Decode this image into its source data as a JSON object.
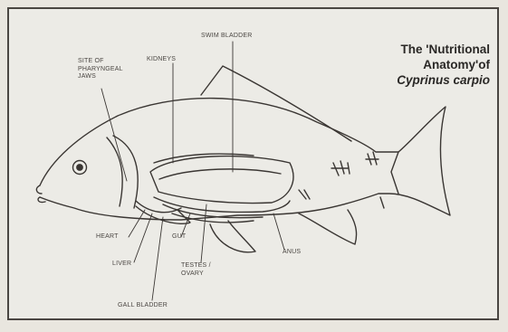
{
  "title": {
    "line1": "The 'Nutritional",
    "line2": "Anatomy'of",
    "line3": "Cyprinus carpio"
  },
  "labels": {
    "swim_bladder": "SWIM BLADDER",
    "site_pharyngeal_jaws": "SITE OF\nPHARYNGEAL\nJAWS",
    "kidneys": "KIDNEYS",
    "heart": "HEART",
    "gut": "GUT",
    "liver": "LIVER",
    "testes_ovary": "TESTES /\nOVARY",
    "anus": "ANUS",
    "gall_bladder": "GALL BLADDER"
  },
  "colors": {
    "ink": "#3a3633",
    "paper": "#ecebe6",
    "frame": "#4a4642"
  }
}
